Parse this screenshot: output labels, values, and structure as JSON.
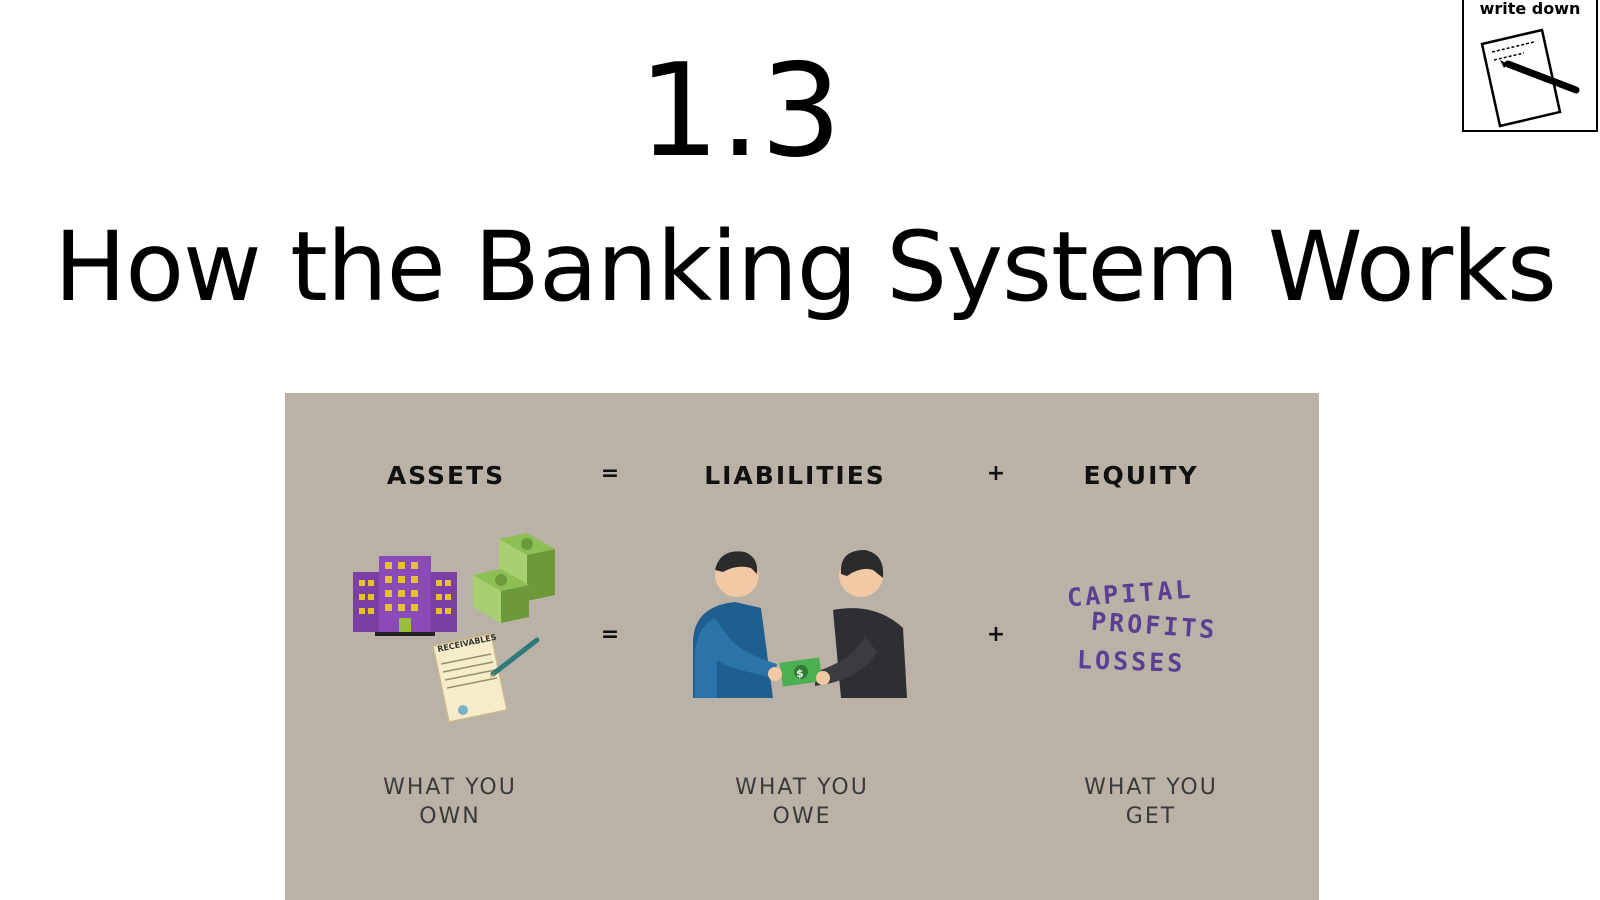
{
  "header": {
    "section_number": "1.3",
    "title": "How the Banking System Works"
  },
  "badge": {
    "label": "write down",
    "icon": "paper-and-pencil-icon"
  },
  "equation": {
    "assets": "ASSETS",
    "equals": "=",
    "liabilities": "LIABILITIES",
    "plus": "+",
    "equity": "EQUITY",
    "equals_row2": "=",
    "plus_row2": "+",
    "receivables_label": "RECEIVABLES",
    "equity_items": [
      "CAPITAL",
      "PROFITS",
      "LOSSES"
    ],
    "bill_symbol": "$",
    "captions": {
      "assets_line1": "WHAT YOU",
      "assets_line2": "OWN",
      "liabilities_line1": "WHAT YOU",
      "liabilities_line2": "OWE",
      "equity_line1": "WHAT YOU",
      "equity_line2": "GET"
    }
  },
  "colors": {
    "panel_bg": "#bab2a7",
    "equity_text": "#5a3f92",
    "building": "#7b3fa6",
    "money": "#6c9a3b"
  }
}
